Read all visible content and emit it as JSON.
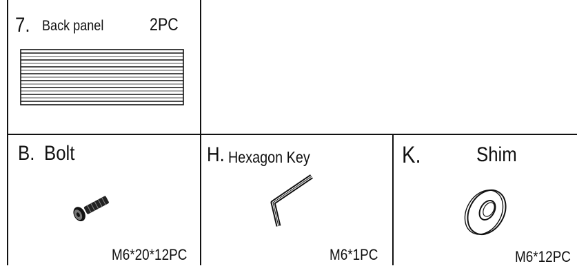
{
  "parts": [
    {
      "letter": "7.",
      "name": "Back panel",
      "quantity": "2PC",
      "spec": "",
      "icon": "back-panel-icon"
    },
    {
      "letter": "B.",
      "name": "Bolt",
      "quantity": "",
      "spec": "M6*20*12PC",
      "icon": "bolt-icon"
    },
    {
      "letter": "H.",
      "name": "Hexagon Key",
      "quantity": "",
      "spec": "M6*1PC",
      "icon": "hexagon-key-icon"
    },
    {
      "letter": "K.",
      "name": "Shim",
      "quantity": "",
      "spec": "M6*12PC",
      "icon": "shim-icon"
    }
  ],
  "colors": {
    "line": "#111111",
    "background": "#ffffff"
  }
}
